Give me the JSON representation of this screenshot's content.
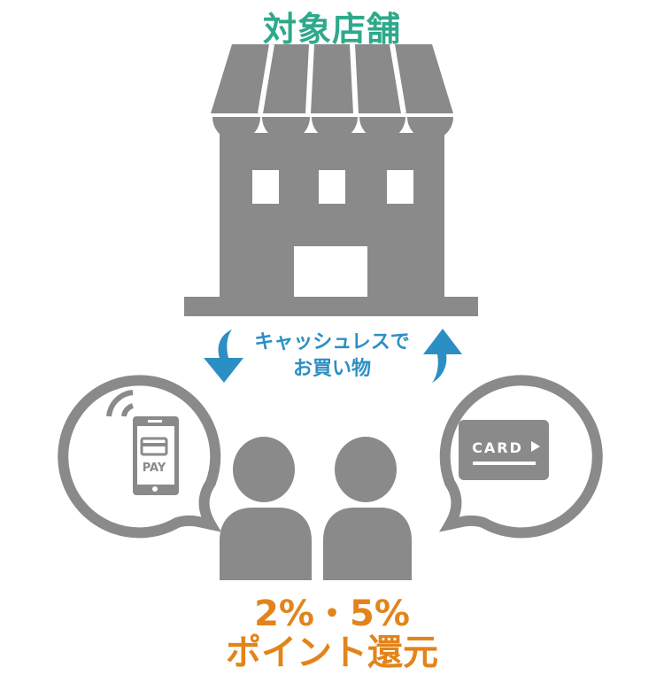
{
  "title": "対象店舗",
  "caption_line1": "キャッシュレスで",
  "caption_line2": "お買い物",
  "phone_label": "PAY",
  "card_label": "CARD",
  "reward_rate": "2%・5%",
  "reward_label": "ポイント還元",
  "colors": {
    "gray": "#8a8a8a",
    "title": "#2ea98a",
    "arrow": "#2c8fc4",
    "reward": "#e3841a"
  }
}
